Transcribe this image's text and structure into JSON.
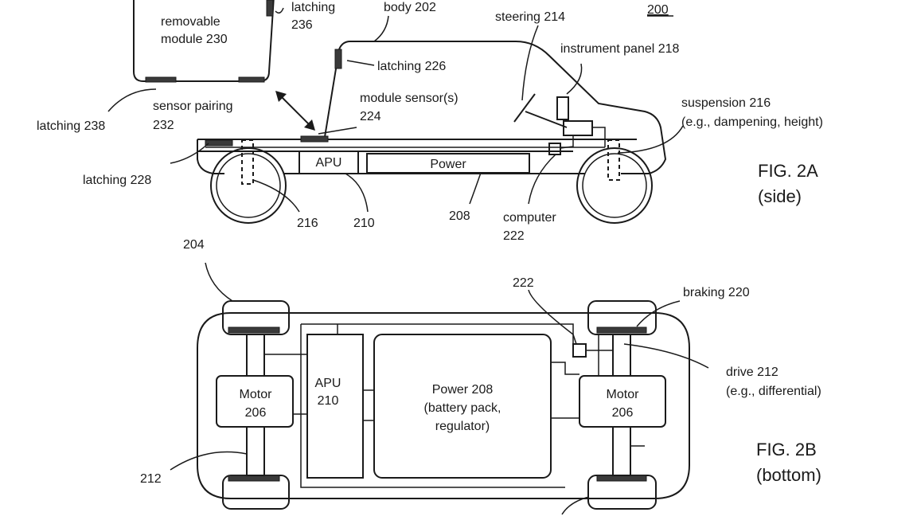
{
  "labels": {
    "ref200": "200",
    "body": "body 202",
    "removable1": "removable",
    "removable2": "module 230",
    "latching236a": "latching",
    "latching236b": "236",
    "steering": "steering 214",
    "instrument": "instrument panel 218",
    "latching226": "latching 226",
    "sensorPairing1": "sensor pairing",
    "sensorPairing2": "232",
    "latching238": "latching 238",
    "moduleSensor1": "module sensor(s)",
    "moduleSensor2": "224",
    "suspension1": "suspension 216",
    "suspension2": "(e.g., dampening, height)",
    "apuTop": "APU",
    "powerTop": "Power",
    "latching228": "latching 228",
    "n216": "216",
    "n210": "210",
    "n208": "208",
    "computer1": "computer",
    "computer2": "222",
    "n204": "204",
    "n222": "222",
    "braking": "braking 220",
    "drive1": "drive 212",
    "drive2": "(e.g., differential)",
    "n212": "212",
    "motorL1": "Motor",
    "motorL2": "206",
    "apuB1": "APU",
    "apuB2": "210",
    "power1": "Power 208",
    "power2": "(battery pack,",
    "power3": "regulator)",
    "motorR1": "Motor",
    "motorR2": "206",
    "fig2a1": "FIG. 2A",
    "fig2a2": "(side)",
    "fig2b1": "FIG. 2B",
    "fig2b2": "(bottom)"
  }
}
